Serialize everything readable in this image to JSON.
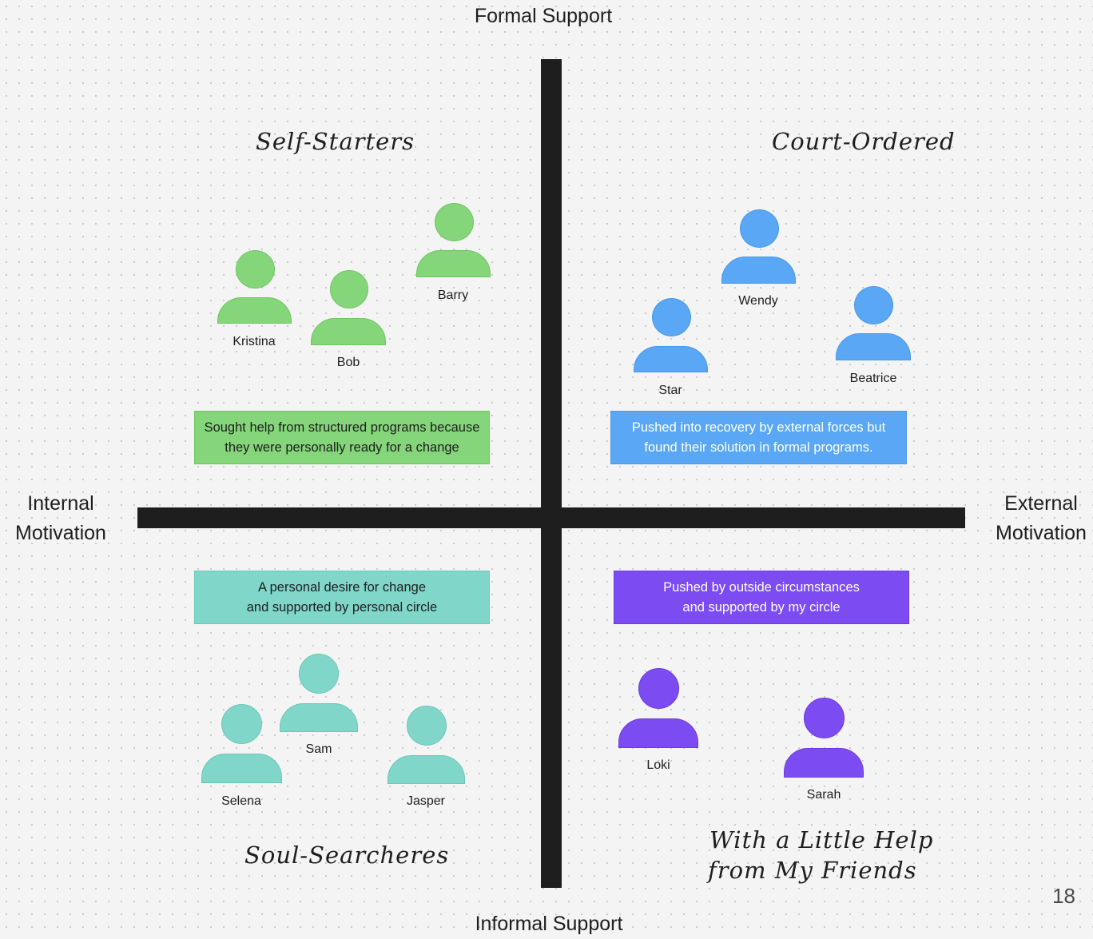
{
  "axes": {
    "top": "Formal Support",
    "bottom": "Informal Support",
    "left": "Internal\nMotivation",
    "right": "External\nMotivation"
  },
  "colors": {
    "green": "#85d57a",
    "blue": "#5aa8f5",
    "teal": "#80d6c9",
    "purple": "#7c4cf2",
    "axis": "#1e1e1e"
  },
  "quadrants": {
    "self_starters": {
      "title": "Self-Starters",
      "note": "Sought help from structured programs because\nthey were personally ready for a change",
      "people": [
        "Kristina",
        "Bob",
        "Barry"
      ]
    },
    "court_ordered": {
      "title": "Court-Ordered",
      "note": "Pushed into recovery by external forces but\nfound their solution in formal programs.",
      "people": [
        "Star",
        "Wendy",
        "Beatrice"
      ]
    },
    "soul_searchers": {
      "title": "Soul-Searcheres",
      "note": "A personal desire for change\nand supported by personal circle",
      "people": [
        "Selena",
        "Sam",
        "Jasper"
      ]
    },
    "little_help": {
      "title_line1": "With a Little Help",
      "title_line2": "from My Friends",
      "note": "Pushed by outside circumstances\nand supported by my circle",
      "people": [
        "Loki",
        "Sarah"
      ]
    }
  },
  "page_number": "18"
}
